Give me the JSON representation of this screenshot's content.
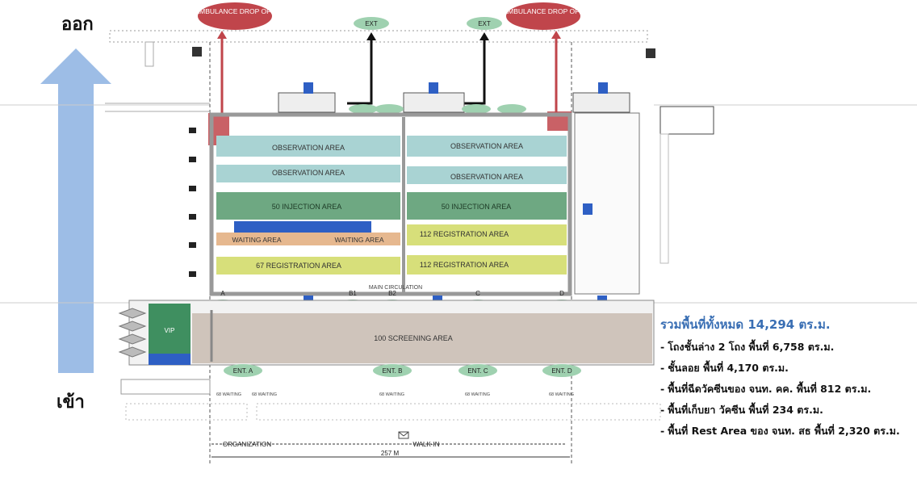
{
  "labels": {
    "exit": "ออก",
    "enter": "เข้า"
  },
  "summary": {
    "title": "รวมพื้นที่ทั้งหมด 14,294 ตร.ม.",
    "items": [
      "โถงชั้นล่าง 2 โถง พื้นที่ 6,758 ตร.ม.",
      "ชั้นลอย พื้นที่ 4,170 ตร.ม.",
      "พื้นที่ฉีดวัคซีนของ จนท. คค. พื้นที่ 812 ตร.ม.",
      "พื้นที่เก็บยา วัคซีน พื้นที่ 234 ตร.ม.",
      "พื้นที่ Rest Area ของ จนท. สธ พื้นที่ 2,320 ตร.ม."
    ]
  },
  "plan": {
    "ambulance": "AMBULANCE DROP OFF",
    "exit_tag": "EXT",
    "areas": {
      "observation": "OBSERVATION AREA",
      "injection_left": "50 INJECTION AREA",
      "injection_right": "50 INJECTION AREA",
      "waiting": "WAITING AREA",
      "registration_112": "112 REGISTRATION AREA",
      "registration_67": "67 REGISTRATION AREA",
      "main_circulation": "MAIN CIRCULATION",
      "screening": "100 SCREENING AREA",
      "vip": "VIP"
    },
    "entrances": {
      "a": "ENT. A",
      "b": "ENT. B",
      "c": "ENT. C",
      "d": "ENT. D"
    },
    "columns": [
      "A",
      "B1",
      "B2",
      "C",
      "D"
    ],
    "waiting_small": "68 WAITING",
    "organization": "ORGANIZATION",
    "walk_in": "WALK-IN",
    "dimension": "257 M"
  },
  "colors": {
    "arrow_blue": "#9dbde6",
    "ambulance": "#c0454b",
    "observation": "#a9d3d3",
    "injection": "#6ea882",
    "registration": "#d7df7a",
    "waiting": "#e6b88f",
    "waiting_blue": "#2e5fc4",
    "screening": "#cfc4bb",
    "vip": "#3f8f60",
    "ellipse_green": "#9fd1b0",
    "title_blue": "#3a6fb4"
  }
}
